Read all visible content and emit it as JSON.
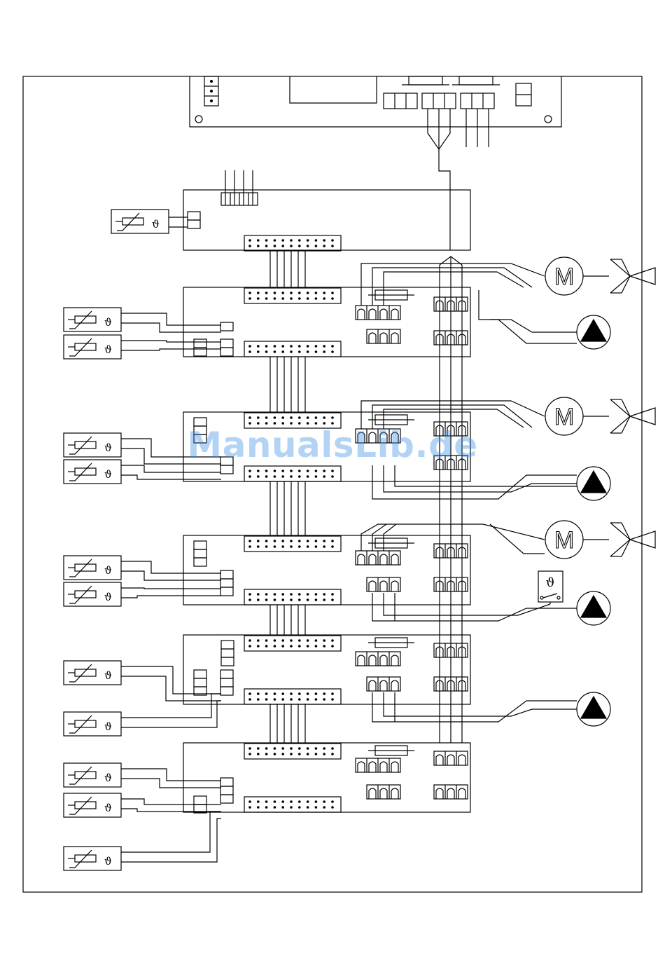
{
  "diagram": {
    "type": "wiring-schematic",
    "theta_symbol": "ϑ",
    "motor_symbol": "M",
    "line_color": "#000000",
    "background_color": "#ffffff",
    "watermark_color": "#3b8ee6",
    "modules": [
      {
        "id": "base-module",
        "sensors": 1
      },
      {
        "id": "module-1",
        "sensors": 2,
        "mixer_motor": true,
        "pumps": 1
      },
      {
        "id": "module-2",
        "sensors": 2,
        "mixer_motor": true,
        "pumps": 1
      },
      {
        "id": "module-3",
        "sensors": 2,
        "mixer_motor": true,
        "pumps": 1,
        "thermostat": true
      },
      {
        "id": "module-4",
        "sensors": 2,
        "pumps": 1
      },
      {
        "id": "module-5",
        "sensors": 3
      }
    ]
  },
  "watermark": {
    "text": "ManualsLib.de"
  }
}
